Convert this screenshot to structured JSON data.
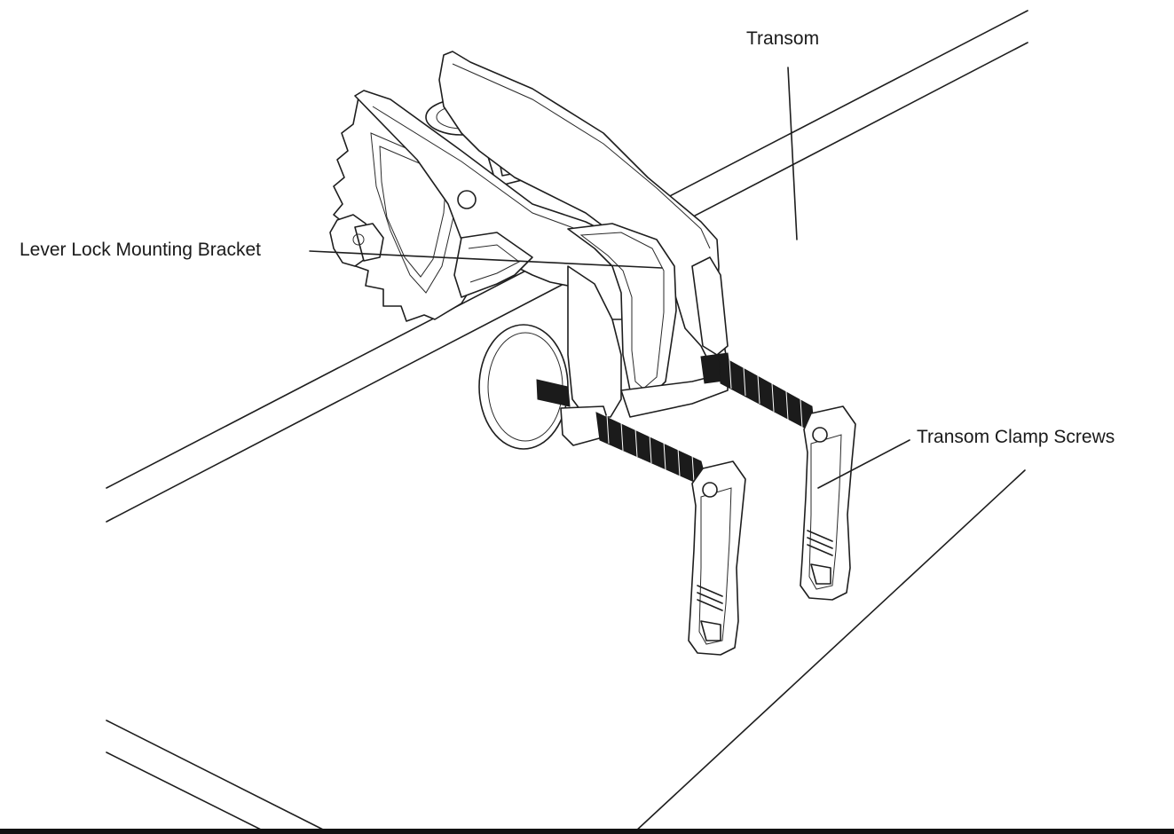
{
  "labels": {
    "transom": "Transom",
    "lever_lock_mounting_bracket": "Lever Lock Mounting Bracket",
    "transom_clamp_screws": "Transom Clamp Screws"
  },
  "colors": {
    "line": "#1e1e1e",
    "background": "#ffffff",
    "bottom_bar": "#111111"
  }
}
